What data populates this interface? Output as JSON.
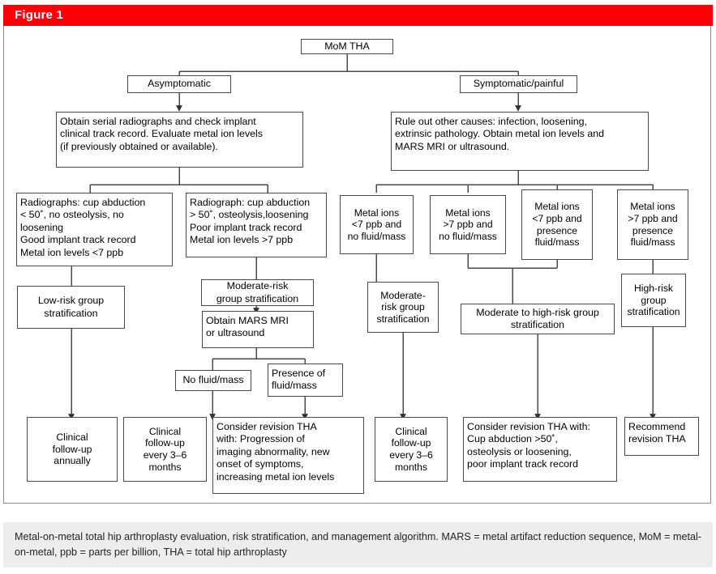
{
  "figure": {
    "header_label": "Figure 1",
    "header_color": "#fb0007",
    "caption": "Metal-on-metal total hip arthroplasty evaluation, risk stratification, and management algorithm. MARS = metal artifact reduction sequence, MoM = metal-on-metal, ppb = parts per billion, THA = total hip arthroplasty"
  },
  "chart_data": {
    "type": "diagram",
    "title": "Metal-on-metal total hip arthroplasty evaluation, risk stratification, and management algorithm",
    "nodes": [
      {
        "id": "root",
        "label": "MoM THA"
      },
      {
        "id": "asymptomatic",
        "label": "Asymptomatic"
      },
      {
        "id": "symptomatic",
        "label": "Symptomatic/painful"
      },
      {
        "id": "obtain-serial",
        "label": "Obtain serial radiographs and check implant\nclinical track record. Evaluate metal ion levels\n(if previously obtained or available)."
      },
      {
        "id": "rule-out",
        "label": "Rule out other causes: infection, loosening,\nextrinsic pathology. Obtain metal ion levels and\nMARS MRI or ultrasound."
      },
      {
        "id": "radiographs-low",
        "label": "Radiographs: cup abduction\n< 50˚, no osteolysis, no\nloosening\nGood implant track record\nMetal ion levels <7 ppb"
      },
      {
        "id": "radiograph-high",
        "label": "Radiograph: cup abduction\n> 50˚, osteolysis,loosening\nPoor implant track record\nMetal ion levels >7 ppb"
      },
      {
        "id": "ions-low-nofluid",
        "label": "Metal ions\n<7 ppb and\nno fluid/mass"
      },
      {
        "id": "ions-high-nofluid",
        "label": "Metal ions\n>7 ppb and\nno fluid/mass"
      },
      {
        "id": "ions-low-fluid",
        "label": "Metal ions\n<7 ppb and\npresence\nfluid/mass"
      },
      {
        "id": "ions-high-fluid",
        "label": "Metal ions\n>7 ppb and\npresence\nfluid/mass"
      },
      {
        "id": "low-risk",
        "label": "Low-risk group\nstratification"
      },
      {
        "id": "moderate-risk-left",
        "label": "Moderate-risk\ngroup stratification"
      },
      {
        "id": "moderate-risk-right",
        "label": "Moderate-\nrisk group\nstratification"
      },
      {
        "id": "mod-high-risk",
        "label": "Moderate to high-risk group\nstratification"
      },
      {
        "id": "high-risk",
        "label": "High-risk\ngroup\nstratification"
      },
      {
        "id": "obtain-mars",
        "label": "Obtain MARS MRI\nor ultrasound"
      },
      {
        "id": "no-fluid",
        "label": "No fluid/mass"
      },
      {
        "id": "presence-fluid",
        "label": "Presence of\nfluid/mass"
      },
      {
        "id": "followup-annual",
        "label": "Clinical\nfollow-up\nannually"
      },
      {
        "id": "followup-3-6-a",
        "label": "Clinical\nfollow-up\nevery 3–6\nmonths"
      },
      {
        "id": "consider-rev-a",
        "label": "Consider revision THA\nwith: Progression of\nimaging abnormality, new\nonset of symptoms,\nincreasing metal ion levels"
      },
      {
        "id": "followup-3-6-b",
        "label": "Clinical\nfollow-up\nevery 3–6\nmonths"
      },
      {
        "id": "consider-rev-b",
        "label": "Consider revision THA with:\nCup abduction >50˚,\nosteolysis or loosening,\npoor implant track record"
      },
      {
        "id": "recommend-rev",
        "label": "Recommend\nrevision THA"
      }
    ],
    "edges": [
      {
        "from": "root",
        "to": "asymptomatic"
      },
      {
        "from": "root",
        "to": "symptomatic"
      },
      {
        "from": "asymptomatic",
        "to": "obtain-serial"
      },
      {
        "from": "symptomatic",
        "to": "rule-out"
      },
      {
        "from": "obtain-serial",
        "to": "radiographs-low"
      },
      {
        "from": "obtain-serial",
        "to": "radiograph-high"
      },
      {
        "from": "rule-out",
        "to": "ions-low-nofluid"
      },
      {
        "from": "rule-out",
        "to": "ions-high-nofluid"
      },
      {
        "from": "rule-out",
        "to": "ions-low-fluid"
      },
      {
        "from": "rule-out",
        "to": "ions-high-fluid"
      },
      {
        "from": "radiographs-low",
        "to": "low-risk"
      },
      {
        "from": "radiograph-high",
        "to": "moderate-risk-left"
      },
      {
        "from": "ions-low-nofluid",
        "to": "moderate-risk-right"
      },
      {
        "from": "ions-high-nofluid",
        "to": "mod-high-risk"
      },
      {
        "from": "ions-low-fluid",
        "to": "mod-high-risk"
      },
      {
        "from": "ions-high-fluid",
        "to": "high-risk"
      },
      {
        "from": "moderate-risk-left",
        "to": "obtain-mars"
      },
      {
        "from": "obtain-mars",
        "to": "no-fluid"
      },
      {
        "from": "obtain-mars",
        "to": "presence-fluid"
      },
      {
        "from": "low-risk",
        "to": "followup-annual"
      },
      {
        "from": "no-fluid",
        "to": "followup-3-6-a"
      },
      {
        "from": "presence-fluid",
        "to": "consider-rev-a"
      },
      {
        "from": "moderate-risk-right",
        "to": "followup-3-6-b"
      },
      {
        "from": "mod-high-risk",
        "to": "consider-rev-b"
      },
      {
        "from": "high-risk",
        "to": "recommend-rev"
      }
    ]
  }
}
